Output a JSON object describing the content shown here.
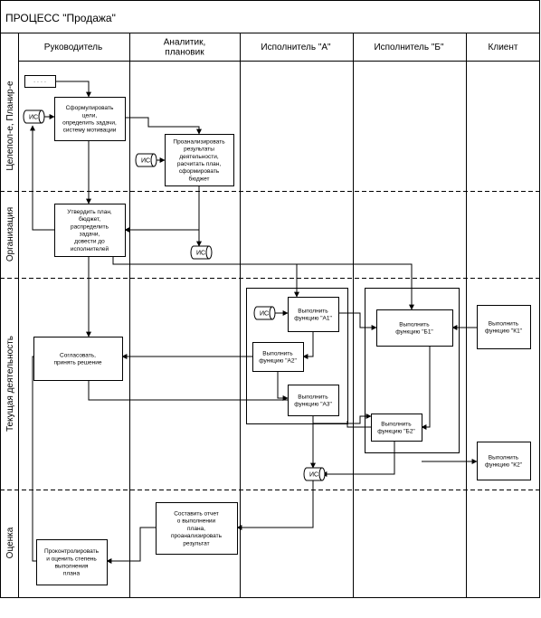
{
  "title": "ПРОЦЕСС \"Продажа\"",
  "columns": [
    {
      "label": [
        "Руководитель"
      ]
    },
    {
      "label": [
        "Аналитик,",
        "плановик"
      ]
    },
    {
      "label": [
        "Исполнитель \"А\""
      ]
    },
    {
      "label": [
        "Исполнитель \"Б\""
      ]
    },
    {
      "label": [
        "Клиент"
      ]
    }
  ],
  "lanes": [
    {
      "label": "Целепол-е, Планир-е"
    },
    {
      "label": "Организация"
    },
    {
      "label": "Текущая деятельность"
    },
    {
      "label": "Оценка"
    }
  ],
  "blocks": [
    {
      "id": "start",
      "lines": [
        "· · · ·"
      ]
    },
    {
      "id": "goals",
      "lines": [
        "Сформулировать",
        "цели,",
        "определить задачи,",
        "систему мотивации"
      ]
    },
    {
      "id": "analyze",
      "lines": [
        "Проанализировать",
        "результаты",
        "деятельности,",
        "расчитать план,",
        "сформировать",
        "бюджет"
      ]
    },
    {
      "id": "approve",
      "lines": [
        "Утвердить план,",
        "бюджет,",
        "распределить",
        "задачи,",
        "довести до",
        "исполнителей"
      ]
    },
    {
      "id": "a1",
      "lines": [
        "Выполнить",
        "функцию \"А1\""
      ]
    },
    {
      "id": "a2",
      "lines": [
        "Выполнить",
        "функцию \"А2\""
      ]
    },
    {
      "id": "a3",
      "lines": [
        "Выполнить",
        "функцию \"А3\""
      ]
    },
    {
      "id": "b1",
      "lines": [
        "Выполнить",
        "функцию \"Б1\""
      ]
    },
    {
      "id": "b2",
      "lines": [
        "Выполнить",
        "функцию \"Б2\""
      ]
    },
    {
      "id": "k1",
      "lines": [
        "Выполнить",
        "функцию \"К1\""
      ]
    },
    {
      "id": "k2",
      "lines": [
        "Выполнить",
        "функцию \"К2\""
      ]
    },
    {
      "id": "agree",
      "lines": [
        "Согласовать,",
        "принять решение"
      ]
    },
    {
      "id": "report",
      "lines": [
        "Составить отчет",
        "о выполнении",
        "плана,",
        "проанализировать",
        "результат"
      ]
    },
    {
      "id": "control",
      "lines": [
        "Проконтролировать",
        "и оценить степень",
        "выполнения",
        "плана"
      ]
    }
  ],
  "stores": [
    {
      "id": "is1",
      "label": "ИС"
    },
    {
      "id": "is2",
      "label": "ИС"
    },
    {
      "id": "is3",
      "label": "ИС"
    },
    {
      "id": "is4",
      "label": "ИС"
    },
    {
      "id": "is5",
      "label": "ИС"
    }
  ]
}
